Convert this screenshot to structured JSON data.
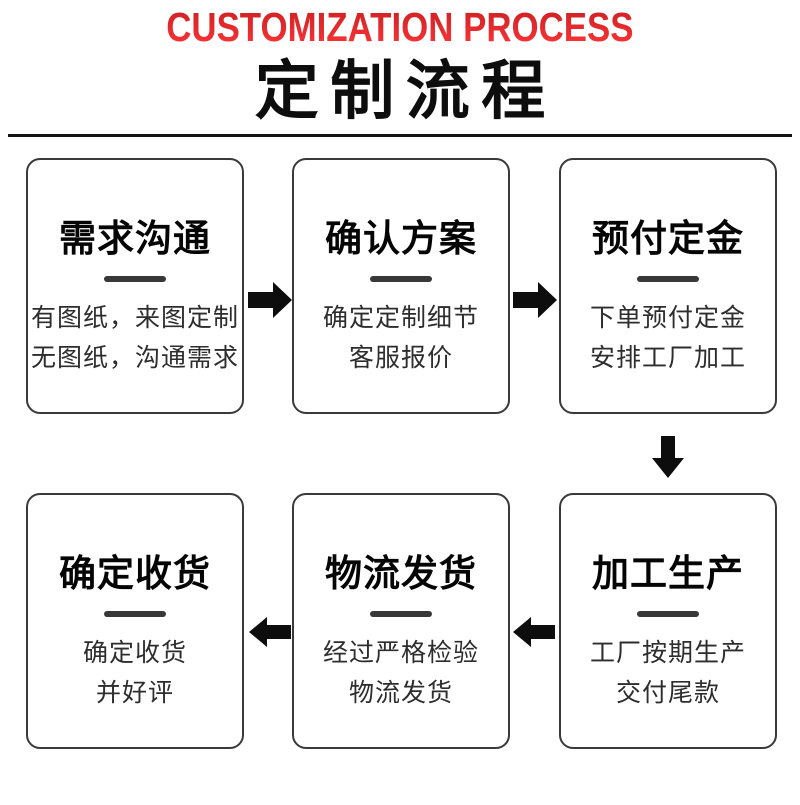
{
  "header": {
    "title_en": "CUSTOMIZATION PROCESS",
    "title_cn": "定制流程",
    "accent_color": "#e8232a",
    "text_color": "#0d0d0d",
    "border_color": "#3a3a3a"
  },
  "steps": [
    {
      "title": "需求沟通",
      "lines": [
        "有图纸，来图定制",
        "无图纸，沟通需求"
      ]
    },
    {
      "title": "确认方案",
      "lines": [
        "确定定制细节",
        "客服报价"
      ]
    },
    {
      "title": "预付定金",
      "lines": [
        "下单预付定金",
        "安排工厂加工"
      ]
    },
    {
      "title": "加工生产",
      "lines": [
        "工厂按期生产",
        "交付尾款"
      ]
    },
    {
      "title": "物流发货",
      "lines": [
        "经过严格检验",
        "物流发货"
      ]
    },
    {
      "title": "确定收货",
      "lines": [
        "确定收货",
        "并好评"
      ]
    }
  ],
  "icons": {
    "flow_forward": "right-arrow",
    "flow_down": "down-arrow",
    "flow_back": "left-arrow"
  }
}
